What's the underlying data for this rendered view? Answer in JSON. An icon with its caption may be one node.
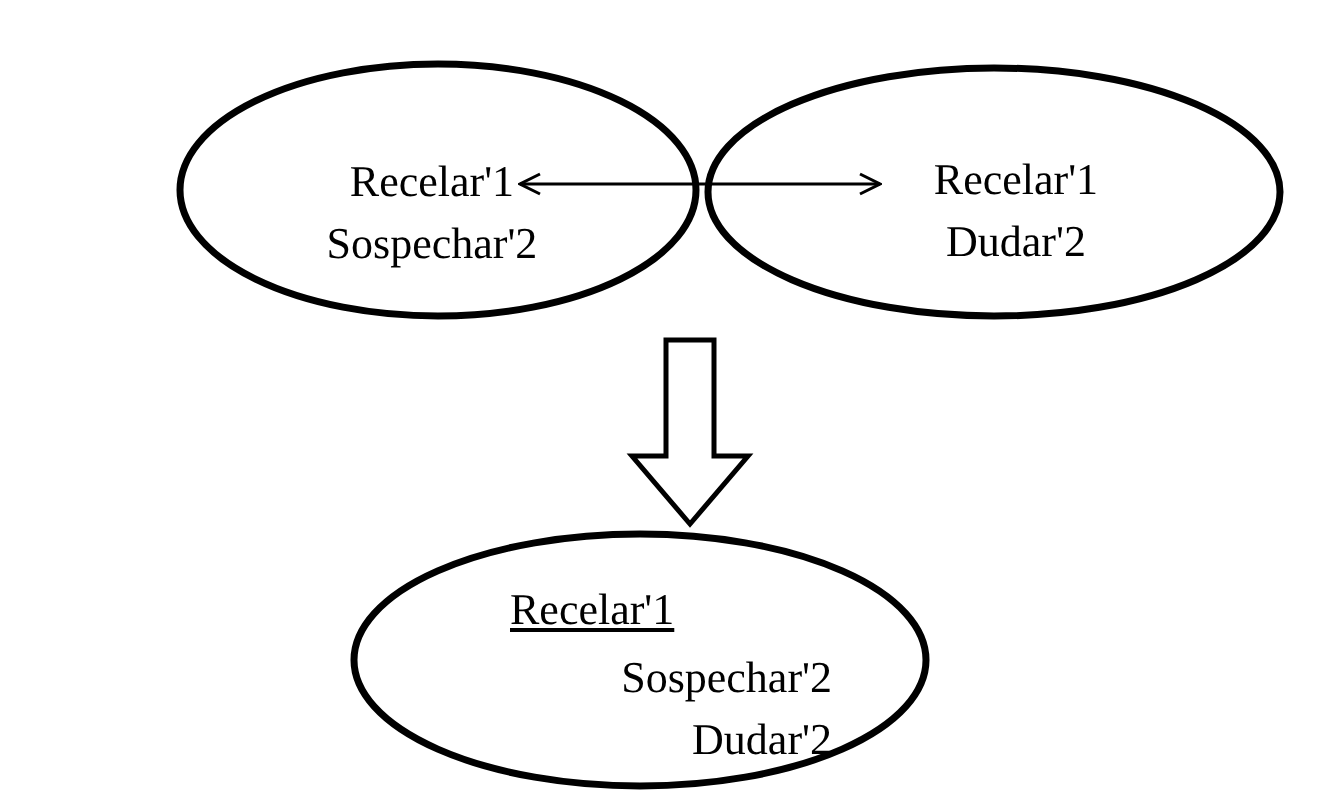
{
  "diagram": {
    "nodes": [
      {
        "text": [
          "Recelar'1 Sospechar'2"
        ]
      },
      {
        "text": [
          "Recelar'1 Dudar'2"
        ]
      },
      {
        "text": [
          "Recelar'1",
          "Sospechar'2 Dudar'2"
        ]
      }
    ],
    "edges": [
      {
        "from": 0,
        "to": 1,
        "arrow": "both"
      },
      {
        "from": null,
        "to": 2,
        "arrow": "to"
      }
    ]
  }
}
